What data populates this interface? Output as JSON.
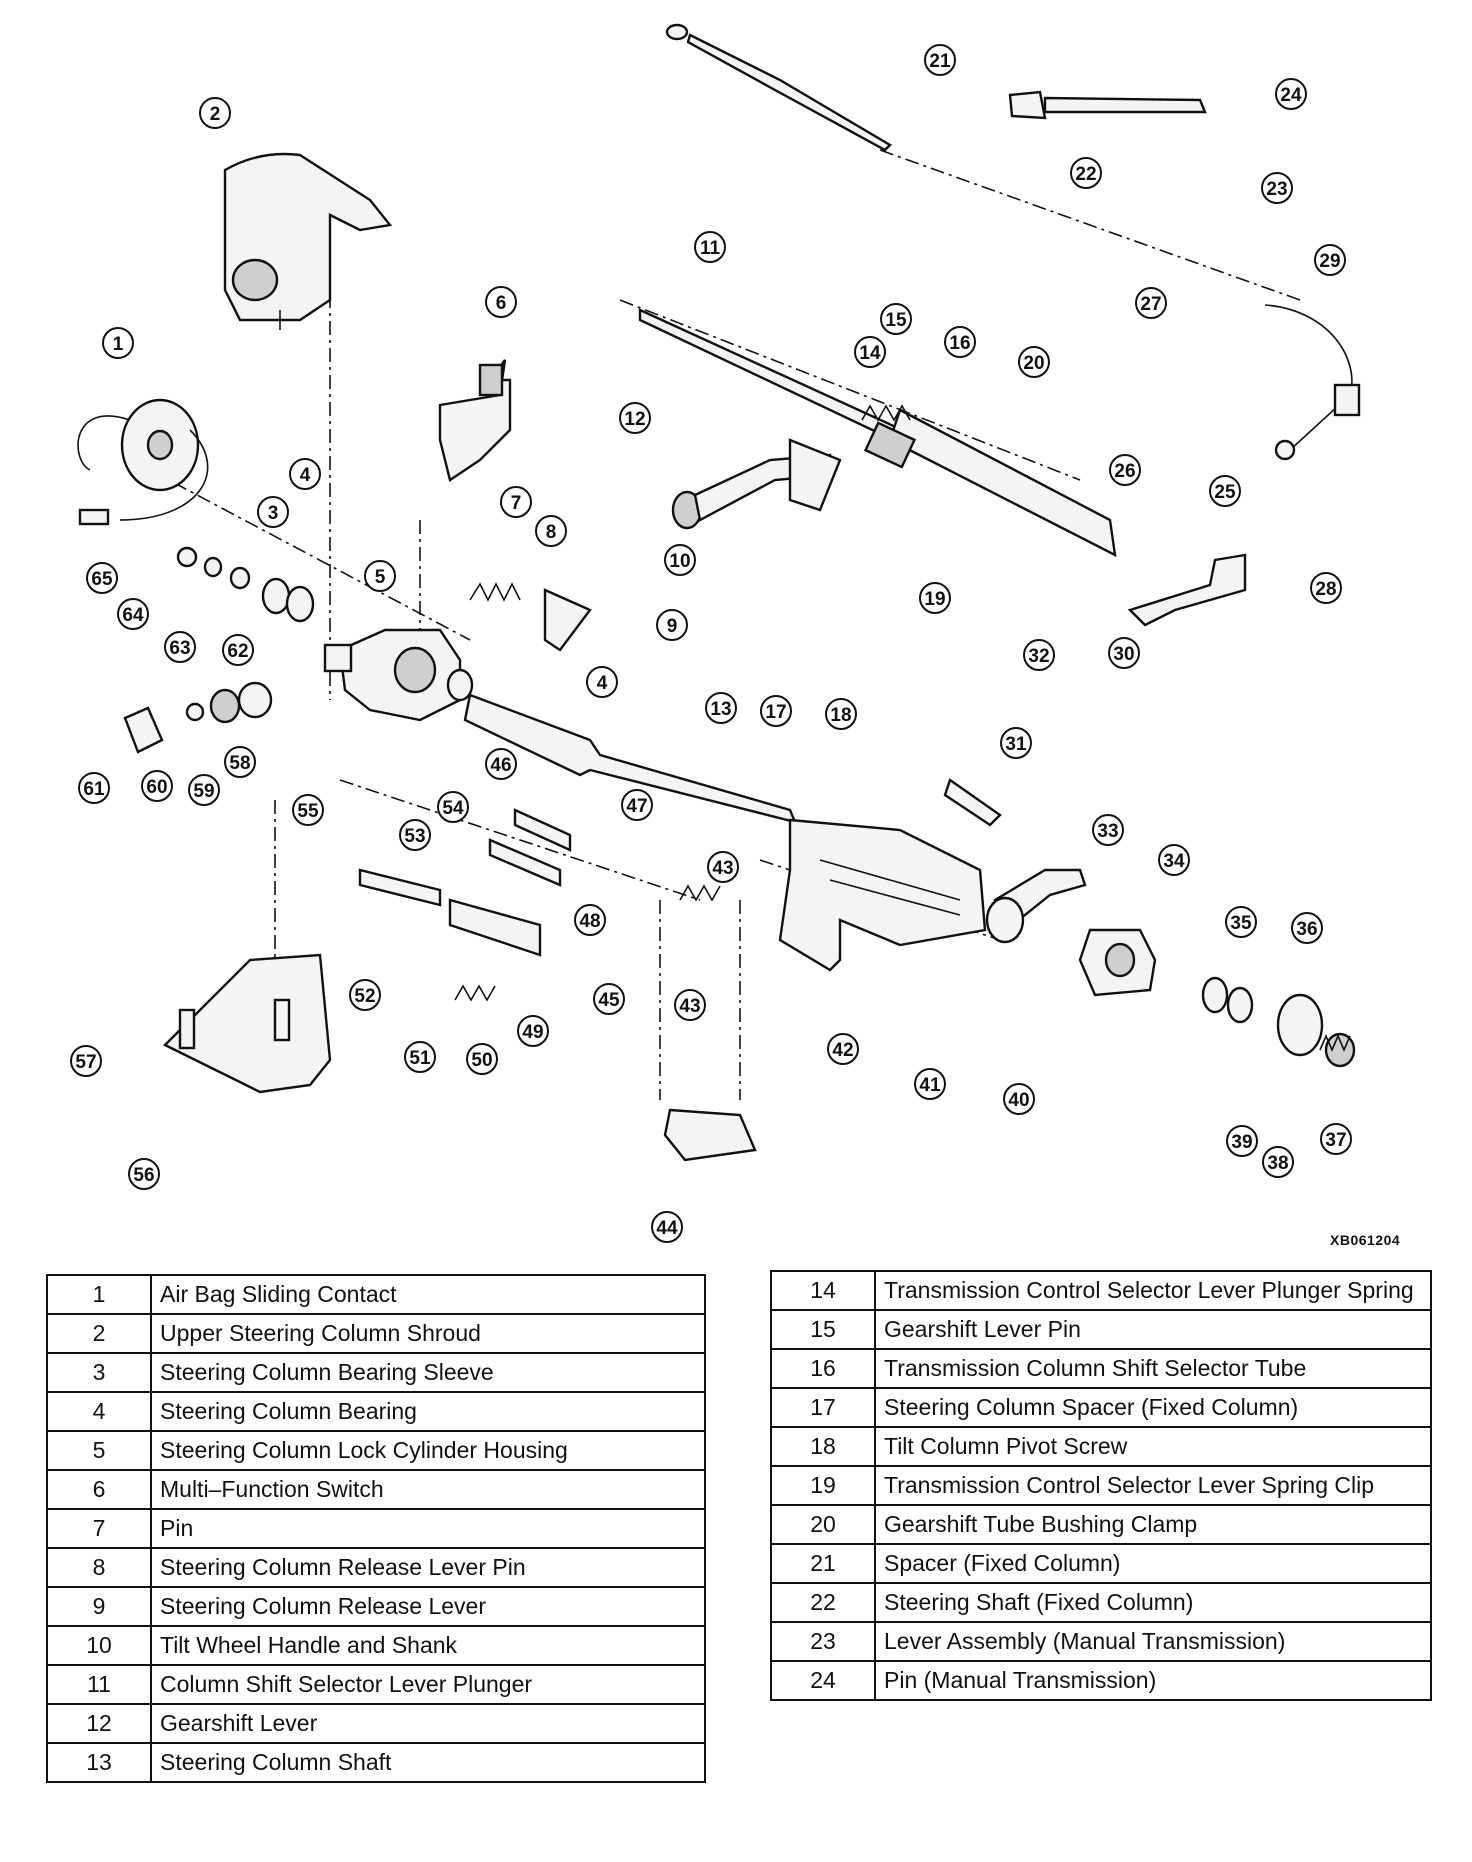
{
  "diagram": {
    "reference_code": "XB061204",
    "callouts": [
      "1",
      "2",
      "3",
      "4",
      "4",
      "5",
      "6",
      "7",
      "8",
      "9",
      "10",
      "11",
      "12",
      "13",
      "14",
      "15",
      "16",
      "17",
      "18",
      "19",
      "20",
      "21",
      "22",
      "23",
      "24",
      "25",
      "26",
      "27",
      "28",
      "29",
      "30",
      "31",
      "32",
      "33",
      "34",
      "35",
      "36",
      "37",
      "38",
      "39",
      "40",
      "41",
      "42",
      "43",
      "43",
      "44",
      "45",
      "46",
      "47",
      "48",
      "49",
      "50",
      "51",
      "52",
      "53",
      "54",
      "55",
      "56",
      "57",
      "58",
      "59",
      "60",
      "61",
      "62",
      "63",
      "64",
      "65"
    ]
  },
  "legend_left": [
    {
      "num": "1",
      "name": "Air Bag Sliding Contact"
    },
    {
      "num": "2",
      "name": "Upper Steering Column Shroud"
    },
    {
      "num": "3",
      "name": "Steering Column Bearing Sleeve"
    },
    {
      "num": "4",
      "name": "Steering Column Bearing"
    },
    {
      "num": "5",
      "name": "Steering Column Lock Cylinder Housing"
    },
    {
      "num": "6",
      "name": "Multi–Function Switch"
    },
    {
      "num": "7",
      "name": "Pin"
    },
    {
      "num": "8",
      "name": "Steering Column Release Lever Pin"
    },
    {
      "num": "9",
      "name": "Steering Column Release Lever"
    },
    {
      "num": "10",
      "name": "Tilt Wheel Handle and Shank"
    },
    {
      "num": "11",
      "name": "Column Shift Selector Lever Plunger"
    },
    {
      "num": "12",
      "name": "Gearshift Lever"
    },
    {
      "num": "13",
      "name": "Steering Column Shaft"
    }
  ],
  "legend_right": [
    {
      "num": "14",
      "name": "Transmission Control Selector Lever Plunger Spring"
    },
    {
      "num": "15",
      "name": "Gearshift Lever Pin"
    },
    {
      "num": "16",
      "name": "Transmission Column Shift Selector Tube"
    },
    {
      "num": "17",
      "name": "Steering Column Spacer (Fixed Column)"
    },
    {
      "num": "18",
      "name": "Tilt Column Pivot Screw"
    },
    {
      "num": "19",
      "name": "Transmission Control Selector Lever Spring Clip"
    },
    {
      "num": "20",
      "name": "Gearshift Tube Bushing Clamp"
    },
    {
      "num": "21",
      "name": "Spacer (Fixed Column)"
    },
    {
      "num": "22",
      "name": "Steering Shaft (Fixed Column)"
    },
    {
      "num": "23",
      "name": "Lever Assembly (Manual Transmission)"
    },
    {
      "num": "24",
      "name": "Pin (Manual Transmission)"
    }
  ]
}
